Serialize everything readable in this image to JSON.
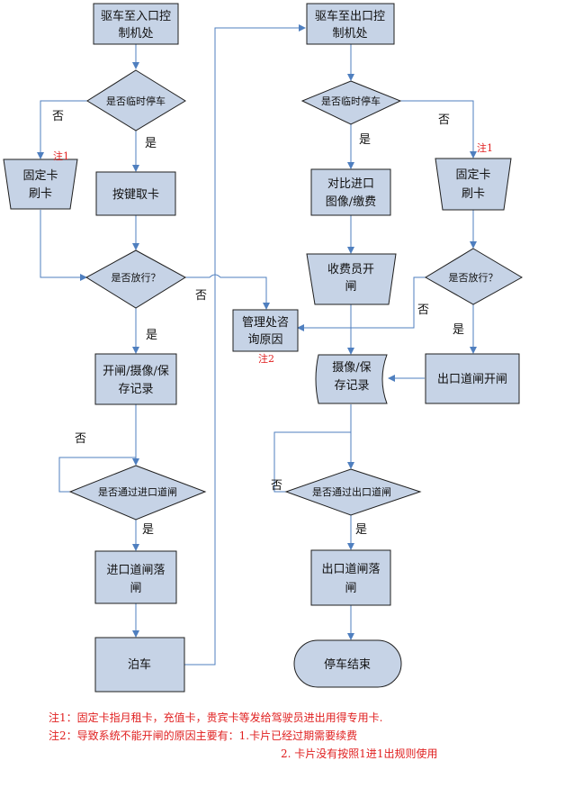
{
  "nodes": {
    "entry_drive": [
      "驱车至入口控",
      "制机处"
    ],
    "entry_temp_q": "是否临时停车",
    "entry_fixed": [
      "固定卡",
      "刷卡"
    ],
    "entry_press": "按键取卡",
    "entry_release_q": "是否放行？",
    "entry_open": [
      "开闸/摄像/保",
      "存记录"
    ],
    "entry_pass_q": "是否通过进口道闸",
    "entry_close": [
      "进口道闸落",
      "闸"
    ],
    "park": "泊车",
    "mgmt": [
      "管理处咨",
      "询原因"
    ],
    "exit_drive": [
      "驱车至出口控",
      "制机处"
    ],
    "exit_temp_q": "是否临时停车",
    "exit_compare": [
      "对比进口",
      "图像/缴费"
    ],
    "exit_cashier": [
      "收费员开",
      "闸"
    ],
    "exit_fixed": [
      "固定卡",
      "刷卡"
    ],
    "exit_release_q": "是否放行？",
    "exit_record": [
      "摄像/保",
      "存记录"
    ],
    "exit_open": "出口道闸开闸",
    "exit_pass_q": "是否通过出口道闸",
    "exit_close": [
      "出口道闸落",
      "闸"
    ],
    "end": "停车结束"
  },
  "labels": {
    "no_entry_temp": "否",
    "yes_entry_temp": "是",
    "note1_left": "注1",
    "no_entry_release": "否",
    "yes_entry_release": "是",
    "note2": "注2",
    "no_entry_pass": "否",
    "yes_entry_pass": "是",
    "yes_exit_temp": "是",
    "no_exit_temp": "否",
    "note1_right": "注1",
    "no_exit_release": "否",
    "yes_exit_release": "是",
    "no_exit_pass": "否",
    "yes_exit_pass": "是"
  },
  "notes": {
    "n1": "注1：固定卡指月租卡，充值卡，贵宾卡等发给驾驶员进出用得专用卡.",
    "n2": "注2：导致系统不能开闸的原因主要有：1.卡片已经过期需要续费",
    "n3": "2. 卡片没有按照1进1出规则使用"
  },
  "colors": {
    "box_fill": "#c6d3e6",
    "arrow": "#4f7fbf",
    "note_text": "#e02020"
  }
}
